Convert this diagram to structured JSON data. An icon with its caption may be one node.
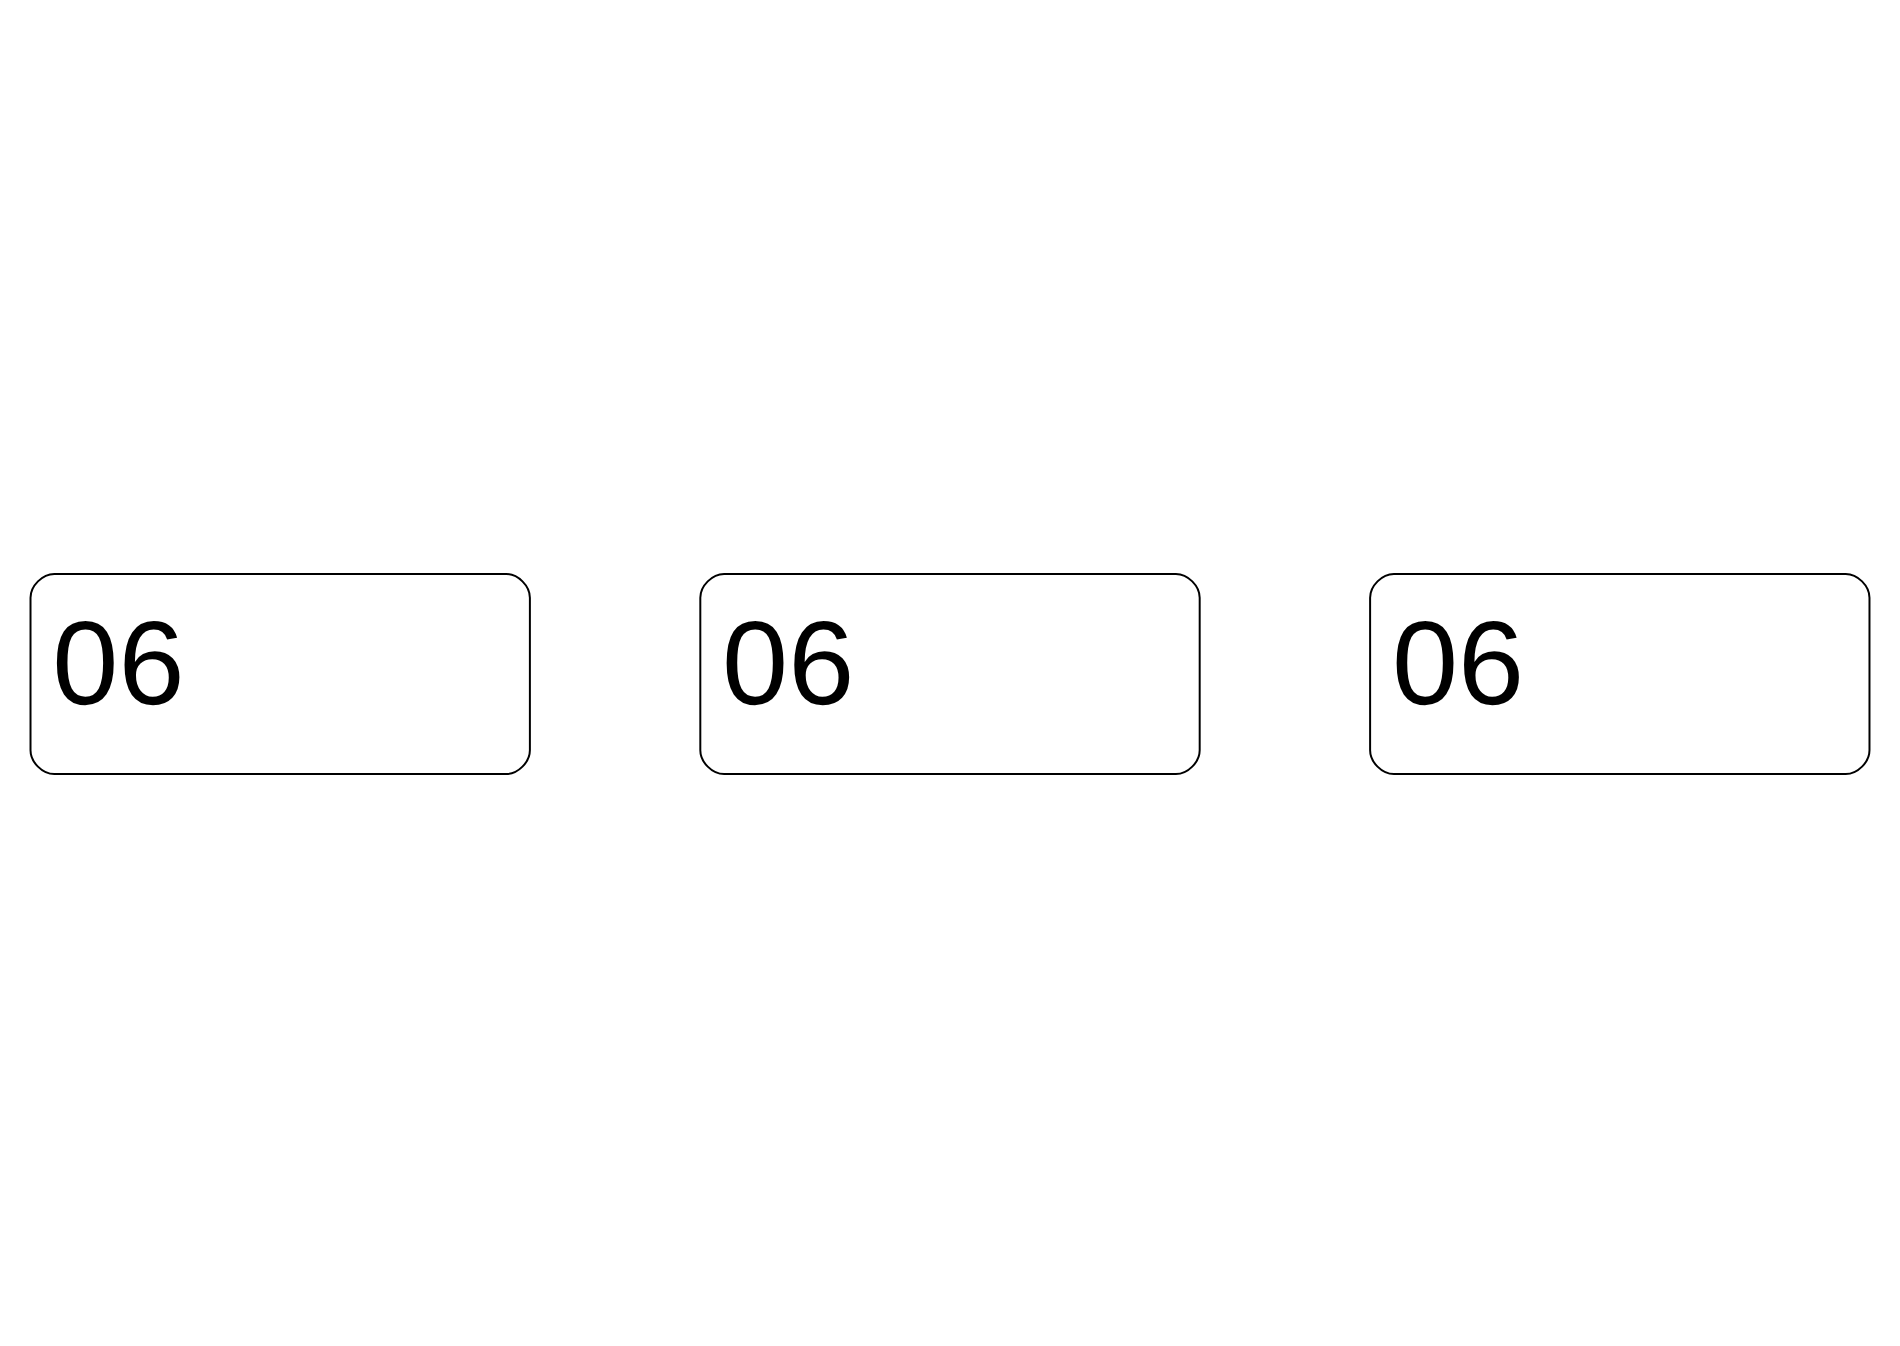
{
  "diagram": {
    "nodes": [
      {
        "text": [
          "06"
        ]
      },
      {
        "text": [
          "06"
        ]
      },
      {
        "text": [
          "06"
        ]
      }
    ]
  }
}
